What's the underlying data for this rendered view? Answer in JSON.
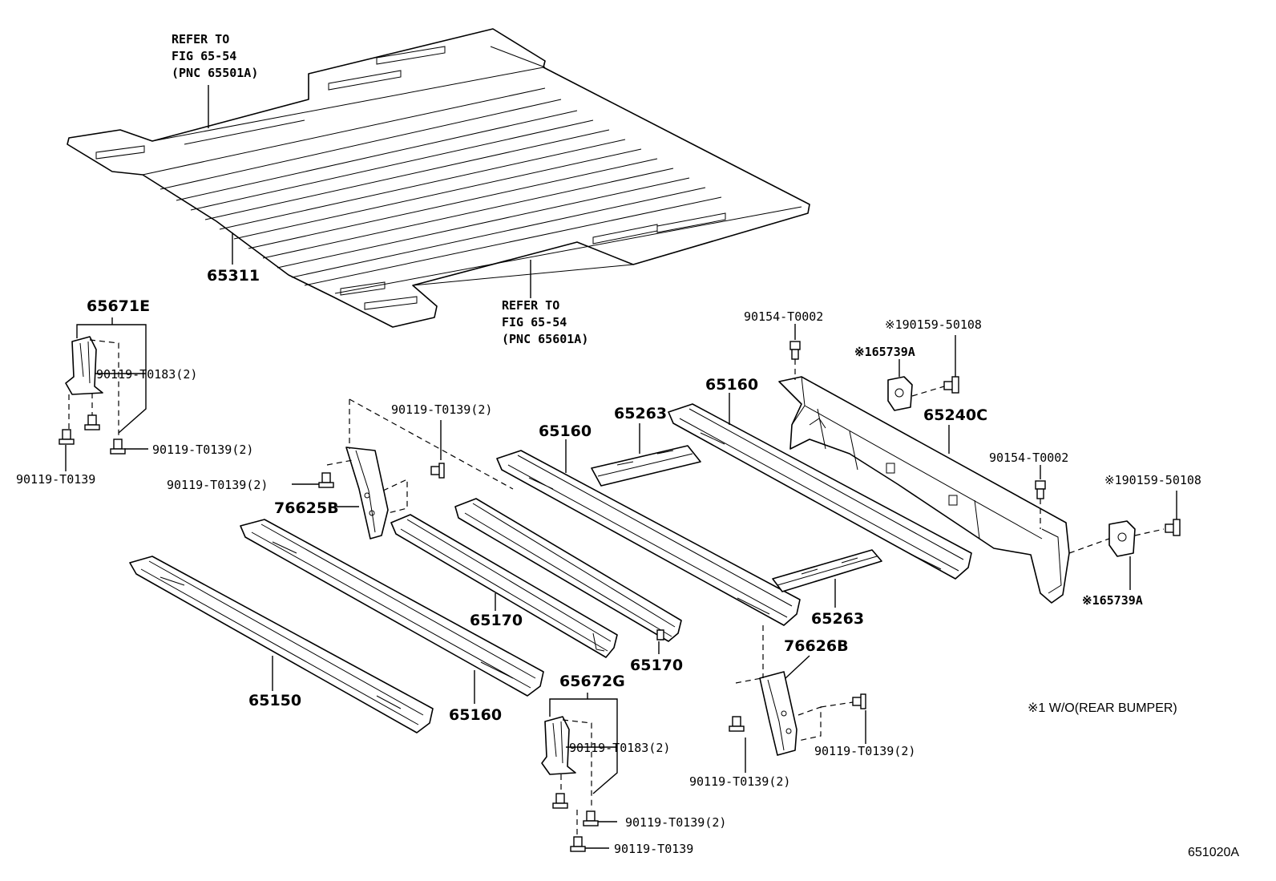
{
  "refer_top": {
    "line1": "REFER TO",
    "line2": "FIG 65-54",
    "line3": "(PNC 65501A)"
  },
  "refer_bottom": {
    "line1": "REFER TO",
    "line2": "FIG 65-54",
    "line3": "(PNC 65601A)"
  },
  "parts": {
    "floor_panel": "65311",
    "bracket_left": "65671E",
    "bracket_center": "65672G",
    "sill_65150": "65150",
    "sill_65160_front": "65160",
    "sill_65160_mid": "65160",
    "sill_65160_rear": "65160",
    "crossmember_65170_a": "65170",
    "crossmember_65170_b": "65170",
    "brace_65263_upper": "65263",
    "brace_65263_lower": "65263",
    "rear_member": "65240C",
    "gusset_76625B": "76625B",
    "gusset_76626B": "76626B",
    "pad_upper": "※165739A",
    "pad_lower": "※165739A"
  },
  "fasteners": {
    "f1": "90119-T0183(2)",
    "f2": "90119-T0139(2)",
    "f3": "90119-T0139",
    "f4": "90119-T0139(2)",
    "f5": "90119-T0139(2)",
    "f6": "90154-T0002",
    "f7": "※190159-50108",
    "f8": "90154-T0002",
    "f9": "※190159-50108",
    "f10": "90119-T0183(2)",
    "f11": "90119-T0139(2)",
    "f12": "90119-T0139",
    "f13": "90119-T0139(2)",
    "f14": "90119-T0139(2)"
  },
  "note": "※1 W/O(REAR BUMPER)",
  "figure_id": "651020A"
}
